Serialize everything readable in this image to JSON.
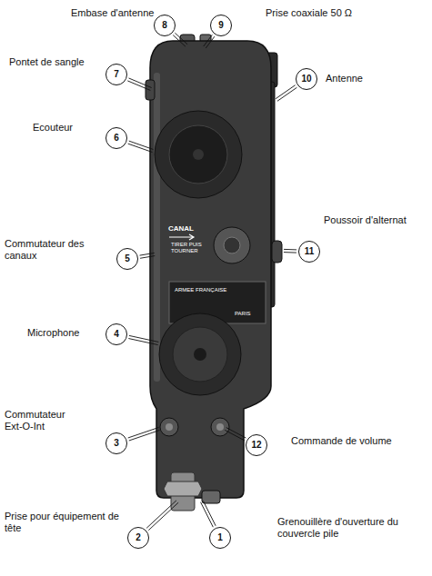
{
  "diagram": {
    "nodes": [
      {
        "text": [
          "8"
        ]
      },
      {
        "text": [
          "9"
        ]
      },
      {
        "text": [
          "7"
        ]
      },
      {
        "text": [
          "10"
        ]
      },
      {
        "text": [
          "6"
        ]
      },
      {
        "text": [
          "11"
        ]
      },
      {
        "text": [
          "5"
        ]
      },
      {
        "text": [
          "4"
        ]
      },
      {
        "text": [
          "12"
        ]
      },
      {
        "text": [
          "3"
        ]
      },
      {
        "text": [
          "2"
        ]
      },
      {
        "text": [
          "1"
        ]
      }
    ],
    "labels": [
      "Embase d'antenne",
      "Prise coaxiale 50 Ω",
      "Pontet de sangle",
      "Antenne",
      "Ecouteur",
      "Commutateur des canaux",
      "Poussoir d'alternat",
      "Microphone",
      "Commutateur Ext-O-Int",
      "Commande de volume",
      "Prise pour équipement de tête",
      "Grenouillère d'ouverture du couvercle pile",
      "CANAL",
      "TIRER PUIS TOURNER",
      "ARMEE FRANÇAISE",
      "PARIS"
    ]
  }
}
